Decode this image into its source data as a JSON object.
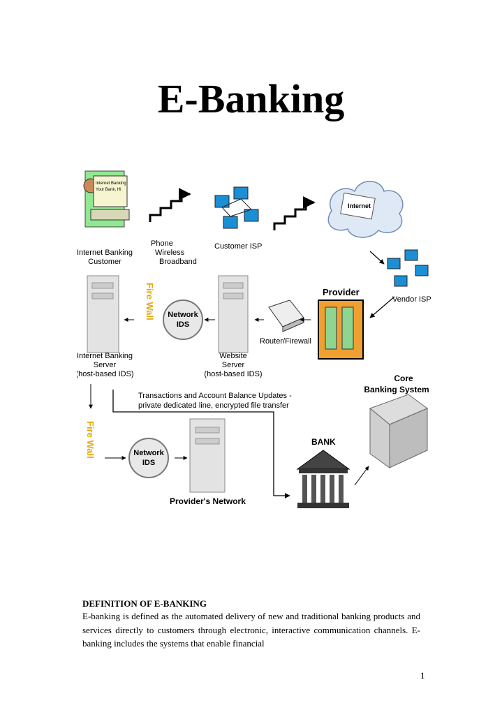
{
  "document": {
    "title": "E-Banking",
    "section_heading": "DEFINITION OF E-BANKING",
    "body_paragraph": "E-banking is defined as the automated delivery of new and traditional banking products and services directly to customers through electronic, interactive communication channels. E-banking includes the systems that enable financial",
    "page_number": "1"
  },
  "diagram": {
    "screen_text": [
      "Internet Banking",
      "Your Bank, Hi"
    ],
    "labels": {
      "internet_banking_customer": [
        "Internet Banking",
        "Customer"
      ],
      "phone_wireless_broadband": [
        "Phone",
        "Wireless",
        "Broadband"
      ],
      "customer_isp": "Customer ISP",
      "internet_cloud": "Internet",
      "vendor_isp": "Vendor ISP",
      "provider": "Provider",
      "router_firewall": "Router/Firewall",
      "website_server": [
        "Website",
        "Server",
        "(host-based IDS)"
      ],
      "network_ids": [
        "Network",
        "IDS"
      ],
      "firewall": "Fire Wall",
      "internet_banking_server": [
        "Internet Banking",
        "Server",
        "(host-based IDS)"
      ],
      "transactions_note": [
        "Transactions and Account Balance Updates -",
        "private dedicated line, encrypted file transfer"
      ],
      "core_banking_system": [
        "Core",
        "Banking System"
      ],
      "bank": "BANK",
      "providers_network": "Provider's Network"
    }
  },
  "colors": {
    "firewall_text": "#e6a800",
    "provider_border": "#000000",
    "provider_bg": "#f0a030",
    "cloud_fill": "#dfe9f5",
    "monitor_screen": "#1b8fd6"
  }
}
